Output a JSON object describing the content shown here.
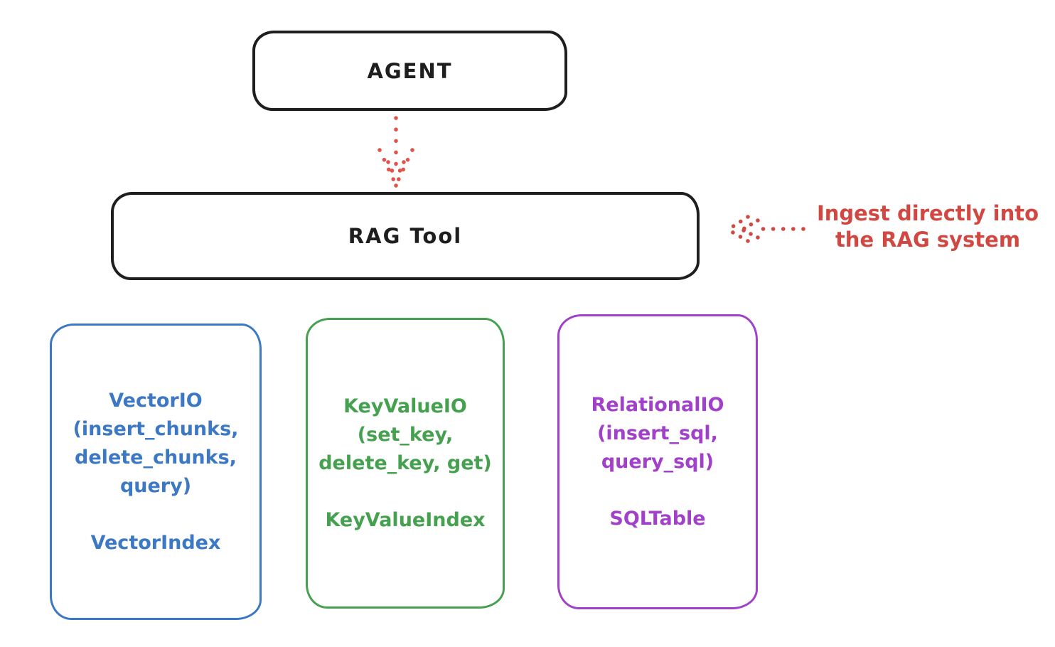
{
  "diagram": {
    "title_hint": "RAG Tool architecture sketch",
    "agent_box": {
      "label": "AGENT"
    },
    "rag_tool_box": {
      "label": "RAG Tool"
    },
    "annotation": {
      "line1": "Ingest directly into",
      "line2": "the RAG system",
      "color": "#d14843",
      "arrow": "dotted-left-arrow"
    },
    "agent_to_ragtool_arrow": {
      "style": "dotted",
      "direction": "down",
      "color": "#e0534c"
    },
    "io_boxes": [
      {
        "id": "vector-io",
        "color": "#3c78c3",
        "lines": [
          "VectorIO",
          "(insert_chunks,",
          "delete_chunks,",
          "query)"
        ],
        "index_label": "VectorIndex"
      },
      {
        "id": "keyvalue-io",
        "color": "#45a14f",
        "lines": [
          "KeyValueIO",
          "(set_key,",
          "delete_key, get)"
        ],
        "index_label": "KeyValueIndex"
      },
      {
        "id": "relational-io",
        "color": "#a141c9",
        "lines": [
          "RelationalIO",
          "(insert_sql,",
          "query_sql)"
        ],
        "index_label": "SQLTable"
      }
    ],
    "colors": {
      "stroke": "#1e1e1e",
      "red": "#d14843",
      "blue": "#3c78c3",
      "green": "#45a14f",
      "purple": "#a141c9",
      "background": "#ffffff"
    }
  }
}
